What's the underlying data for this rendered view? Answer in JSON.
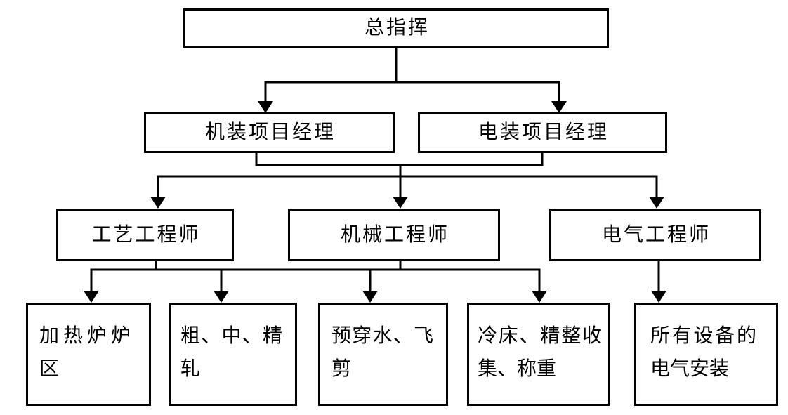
{
  "diagram": {
    "type": "org-chart",
    "colors": {
      "line": "#000000",
      "background": "#ffffff",
      "text": "#000000"
    },
    "nodes": {
      "root": {
        "label": "总指挥"
      },
      "l2a": {
        "label": "机装项目经理"
      },
      "l2b": {
        "label": "电装项目经理"
      },
      "l3a": {
        "label": "工艺工程师"
      },
      "l3b": {
        "label": "机械工程师"
      },
      "l3c": {
        "label": "电气工程师"
      },
      "l4a": {
        "label": "加热炉炉区"
      },
      "l4b": {
        "label": "粗、中、精轧"
      },
      "l4c": {
        "label": "预穿水、飞剪"
      },
      "l4d": {
        "label": "冷床、精整收集、称重"
      },
      "l4e": {
        "label": "所有设备的电气安装"
      }
    },
    "edges": [
      {
        "from": [
          "root"
        ],
        "to": [
          "l2a",
          "l2b"
        ]
      },
      {
        "from": [
          "l2a",
          "l2b"
        ],
        "to": [
          "l3a",
          "l3b",
          "l3c"
        ]
      },
      {
        "from": [
          "l3a",
          "l3b"
        ],
        "to": [
          "l4a",
          "l4b",
          "l4c",
          "l4d"
        ]
      },
      {
        "from": [
          "l3c"
        ],
        "to": [
          "l4e"
        ]
      }
    ]
  }
}
